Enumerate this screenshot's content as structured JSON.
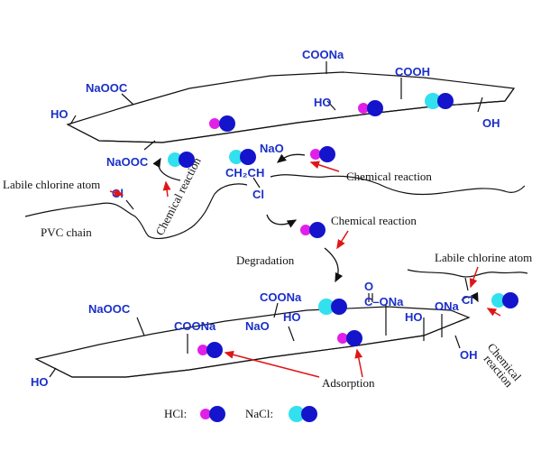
{
  "colors": {
    "group_text": "#1a2fc9",
    "chlorine": "#33e0ee",
    "sodium_or_h": "#e020e8",
    "blue_atom": "#1414cc",
    "red_arrow": "#e01616"
  },
  "top_sheet": {
    "groups": [
      "COONa",
      "COOH",
      "NaOOC",
      "HO",
      "HO",
      "OH",
      "NaOOC"
    ]
  },
  "bottom_sheet": {
    "groups": [
      "NaOOC",
      "COONa",
      "COONa",
      "NaO",
      "HO",
      "HO",
      "ONa",
      "OH",
      "HO"
    ],
    "ester": {
      "o": "O",
      "formula": "C–ONa"
    }
  },
  "middle": {
    "nao": "NaO",
    "ch2ch": "CH₂CH",
    "cl": "Cl",
    "left_cl": "Cl"
  },
  "right_chain": {
    "cl": "Cl"
  },
  "labels": {
    "labile_left": "Labile chlorine atom",
    "pvc_chain": "PVC chain",
    "chem_reaction_rotated": "Chemical reaction",
    "chem_reaction_1": "Chemical reaction",
    "chem_reaction_2": "Chemical reaction",
    "degradation": "Degradation",
    "labile_right": "Labile chlorine atom",
    "chemical": "Chemical",
    "reaction": "reaction",
    "adsorption": "Adsorption"
  },
  "legend": {
    "hcl": "HCl:",
    "nacl": "NaCl:"
  }
}
